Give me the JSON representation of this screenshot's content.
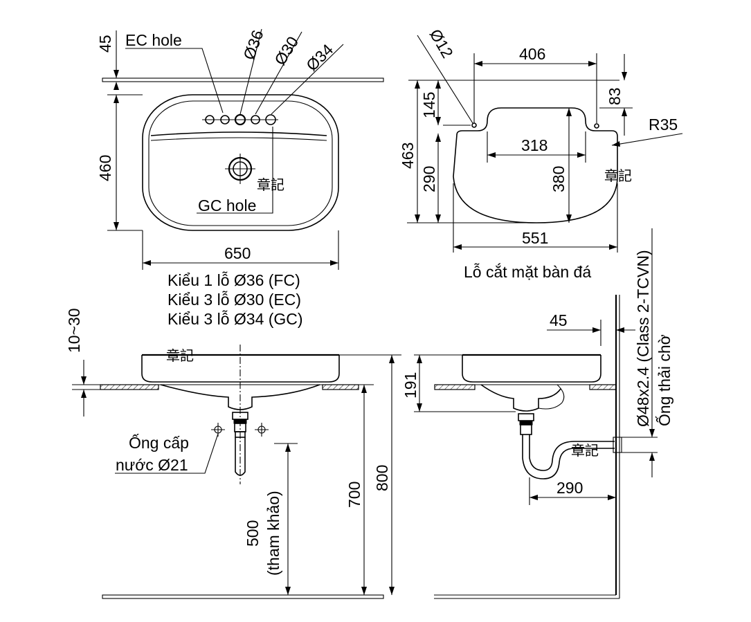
{
  "labels": {
    "ec_hole": "EC hole",
    "gc_hole": "GC hole",
    "d36": "Ø36",
    "d30": "Ø30",
    "d34": "Ø34",
    "d12": "Ø12",
    "r35": "R35",
    "stamp": "章記",
    "cutout_caption": "Lỗ cắt mặt bàn đá",
    "water_supply_line1": "Ống cấp",
    "water_supply_line2": "nước Ø21",
    "drain_pipe_spec": "Ø48x2.4 (Class 2-TCVN)",
    "drain_pipe_name": "Ống thải chờ",
    "ref_height_line1": "500",
    "ref_height_line2": "(tham khảo)"
  },
  "variants": [
    "Kiểu 1 lỗ Ø36 (FC)",
    "Kiểu 3 lỗ Ø30 (EC)",
    "Kiểu 3 lỗ Ø34 (GC)"
  ],
  "dims": {
    "top_45": "45",
    "height_460": "460",
    "width_650": "650",
    "cut_406": "406",
    "cut_83": "83",
    "cut_145": "145",
    "cut_463": "463",
    "cut_290": "290",
    "cut_318": "318",
    "cut_380": "380",
    "cut_551": "551",
    "range_10_30": "10~30",
    "h_700": "700",
    "h_800": "800",
    "side_191": "191",
    "side_45": "45",
    "side_290": "290"
  }
}
